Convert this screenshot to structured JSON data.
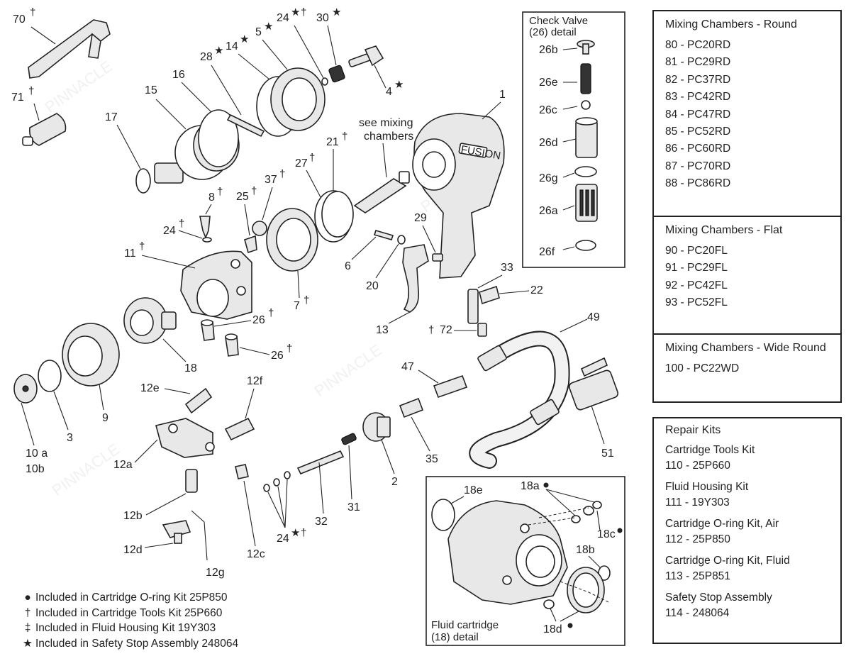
{
  "callouts": {
    "p70": "70",
    "p71": "71",
    "p17": "17",
    "p15": "15",
    "p16": "16",
    "p28": "28",
    "p14": "14",
    "p5": "5",
    "p24a": "24",
    "p30": "30",
    "p4": "4",
    "p1": "1",
    "p21": "21",
    "p27": "27",
    "p37": "37",
    "p8": "8",
    "p25": "25",
    "p24b": "24",
    "p11": "11",
    "p6": "6",
    "p29": "29",
    "p20": "20",
    "p7": "7",
    "p26a": "26",
    "p26b": "26",
    "p13": "13",
    "p33": "33",
    "p22": "22",
    "p72": "72",
    "p49": "49",
    "p18": "18",
    "p47": "47",
    "p9": "9",
    "p3": "3",
    "p10a": "10 a",
    "p10b": "10b",
    "p12e": "12e",
    "p12f": "12f",
    "p12a": "12a",
    "p12b": "12b",
    "p12d": "12d",
    "p12g": "12g",
    "p12c": "12c",
    "p24c": "24",
    "p32": "32",
    "p31": "31",
    "p2": "2",
    "p35": "35",
    "p51": "51",
    "see_mixing_1": "see mixing",
    "see_mixing_2": "chambers"
  },
  "check_valve": {
    "title_1": "Check Valve",
    "title_2": "(26) detail",
    "parts": {
      "b": "26b",
      "e": "26e",
      "c": "26c",
      "d": "26d",
      "g": "26g",
      "a": "26a",
      "f": "26f"
    }
  },
  "fluid_cartridge": {
    "title_1": "Fluid cartridge",
    "title_2": "(18) detail",
    "parts": {
      "e": "18e",
      "a": "18a",
      "c": "18c",
      "b": "18b",
      "d": "18d"
    }
  },
  "brand_label": "FUSION",
  "watermark": "PINNACLE",
  "mixing_round": {
    "title": "Mixing Chambers - Round",
    "items": [
      "80 - PC20RD",
      "81 - PC29RD",
      "82 - PC37RD",
      "83 - PC42RD",
      "84 - PC47RD",
      "85 - PC52RD",
      "86 - PC60RD",
      "87 - PC70RD",
      "88 - PC86RD"
    ]
  },
  "mixing_flat": {
    "title": "Mixing Chambers - Flat",
    "items": [
      "90 - PC20FL",
      "91 - PC29FL",
      "92 - PC42FL",
      "93 - PC52FL"
    ]
  },
  "mixing_wide": {
    "title": "Mixing Chambers - Wide Round",
    "items": [
      "100 - PC22WD"
    ]
  },
  "repair_kits": {
    "title": "Repair Kits",
    "kits": [
      {
        "name": "Cartridge Tools Kit",
        "number": "110 - 25P660"
      },
      {
        "name": "Fluid Housing Kit",
        "number": "111 - 19Y303"
      },
      {
        "name": "Cartridge O-ring Kit, Air",
        "number": "112 - 25P850"
      },
      {
        "name": "Cartridge O-ring Kit, Fluid",
        "number": "113 - 25P851"
      },
      {
        "name": "Safety Stop Assembly",
        "number": "114 - 248064"
      }
    ]
  },
  "legend": [
    {
      "symbol": "●",
      "text": "Included in Cartridge O-ring Kit 25P850"
    },
    {
      "symbol": "†",
      "text": "Included in Cartridge Tools Kit 25P660"
    },
    {
      "symbol": "‡",
      "text": "Included in Fluid Housing Kit 19Y303"
    },
    {
      "symbol": "★",
      "text": "Included in Safety Stop Assembly 248064"
    }
  ]
}
